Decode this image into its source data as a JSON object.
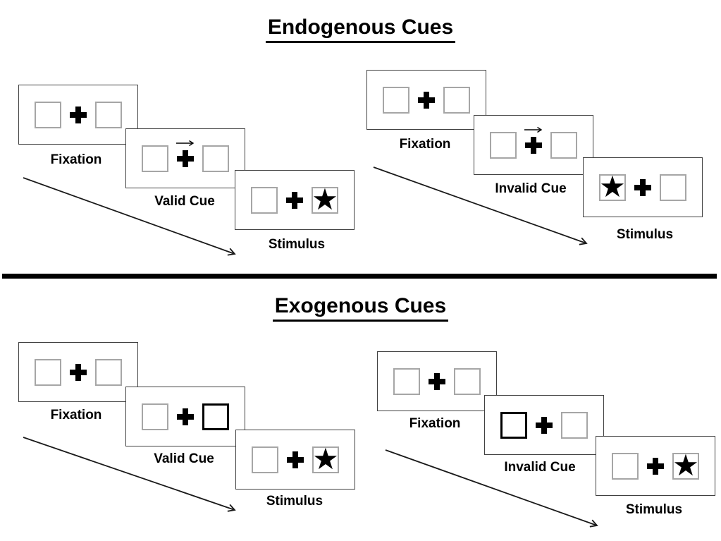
{
  "glyphs": {
    "star": "★"
  },
  "colors": {
    "background": "#ffffff",
    "ink": "#000000",
    "card_border": "#404040",
    "box_border": "#a6a6a6",
    "cue_box_border": "#000000"
  },
  "sections": [
    {
      "title": "Endogenous Cues",
      "cue_style": "central right-arrow above fixation cross",
      "sequences": [
        {
          "id": "endogenous-valid",
          "frames": [
            {
              "label": "Fixation",
              "left_box": "empty",
              "right_box": "empty",
              "center": "cross"
            },
            {
              "label": "Valid Cue",
              "left_box": "empty",
              "right_box": "empty",
              "center": "cross-with-right-arrow"
            },
            {
              "label": "Stimulus",
              "left_box": "empty",
              "right_box": "star",
              "center": "cross"
            }
          ]
        },
        {
          "id": "endogenous-invalid",
          "frames": [
            {
              "label": "Fixation",
              "left_box": "empty",
              "right_box": "empty",
              "center": "cross"
            },
            {
              "label": "Invalid Cue",
              "left_box": "empty",
              "right_box": "empty",
              "center": "cross-with-right-arrow"
            },
            {
              "label": "Stimulus",
              "left_box": "star",
              "right_box": "empty",
              "center": "cross"
            }
          ]
        }
      ]
    },
    {
      "title": "Exogenous Cues",
      "cue_style": "peripheral thick-bordered box",
      "sequences": [
        {
          "id": "exogenous-valid",
          "frames": [
            {
              "label": "Fixation",
              "left_box": "empty",
              "right_box": "empty",
              "center": "cross"
            },
            {
              "label": "Valid Cue",
              "left_box": "empty",
              "right_box": "thick-border-cue",
              "center": "cross"
            },
            {
              "label": "Stimulus",
              "left_box": "empty",
              "right_box": "star",
              "center": "cross"
            }
          ]
        },
        {
          "id": "exogenous-invalid",
          "frames": [
            {
              "label": "Fixation",
              "left_box": "empty",
              "right_box": "empty",
              "center": "cross"
            },
            {
              "label": "Invalid Cue",
              "left_box": "thick-border-cue",
              "right_box": "empty",
              "center": "cross"
            },
            {
              "label": "Stimulus",
              "left_box": "empty",
              "right_box": "star",
              "center": "cross"
            }
          ]
        }
      ]
    }
  ]
}
